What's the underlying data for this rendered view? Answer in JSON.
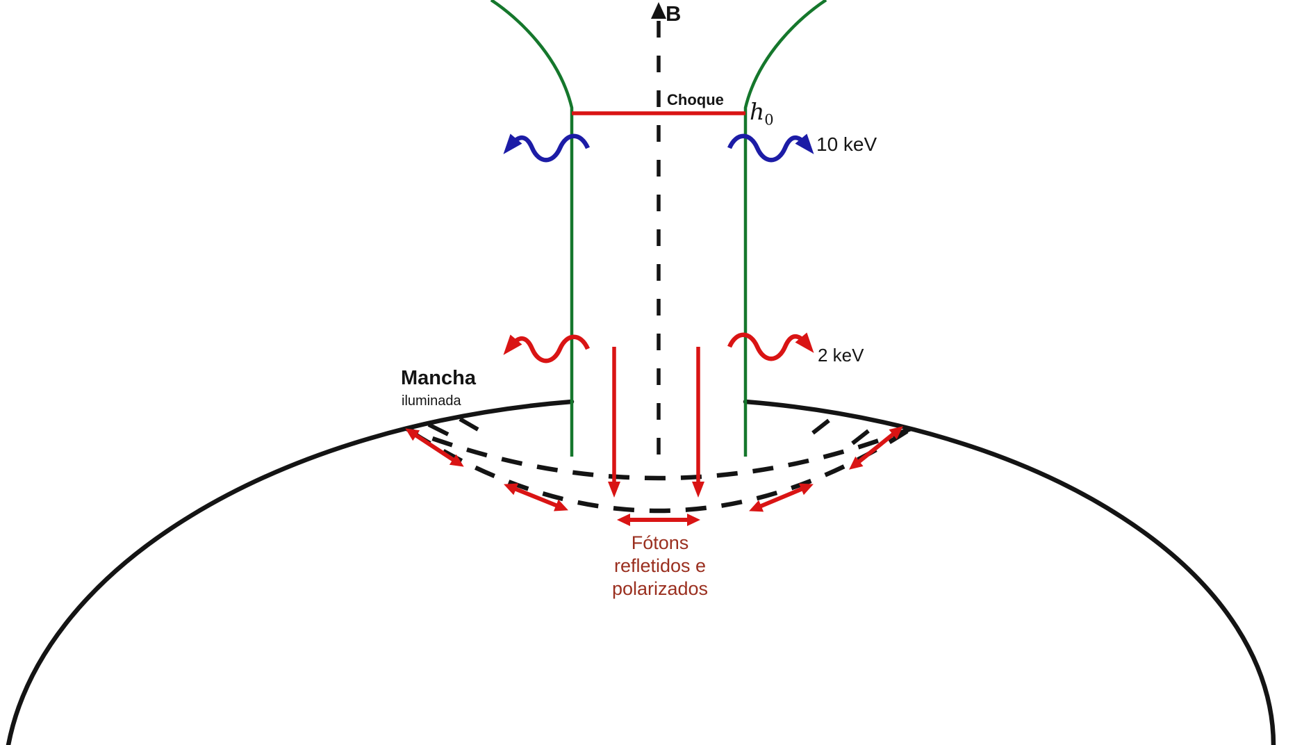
{
  "diagram": {
    "axis_label": "B",
    "shock_label": "Choque",
    "shock_height_symbol": "h",
    "shock_height_subscript": "0",
    "photon_energy_high": "10 keV",
    "photon_energy_low": "2 keV",
    "spot_label_line1": "Mancha",
    "spot_label_line2": "iluminada",
    "reflected_label_line1": "Fótons",
    "reflected_label_line2": "refletidos e",
    "reflected_label_line3": "polarizados"
  },
  "colors": {
    "column_green": "#15772c",
    "magnetic_field_black": "#141414",
    "surface_black": "#141414",
    "photon_high_blue": "#1c1ca6",
    "photon_low_red": "#d91414",
    "shock_red": "#d91414",
    "reflected_text_maroon": "#9a2f1f"
  }
}
